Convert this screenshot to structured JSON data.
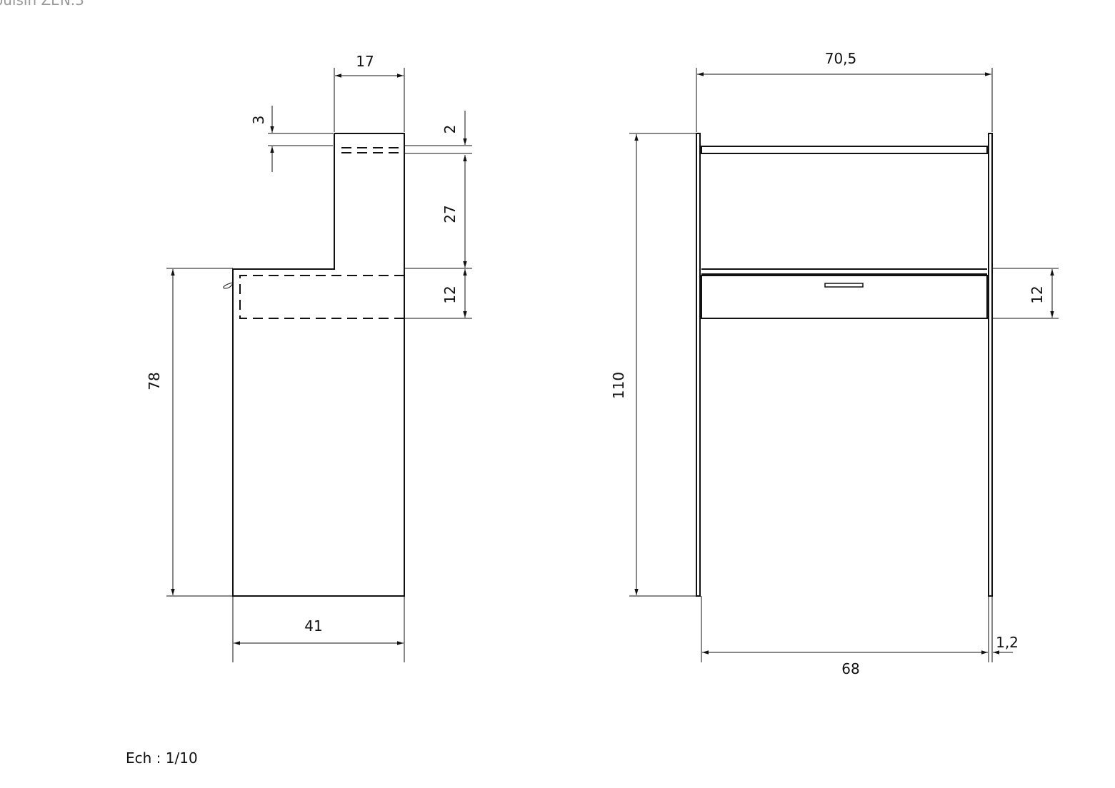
{
  "header_text": "ouisin ZEN.3",
  "scale_label": "Ech : 1/10",
  "side_view": {
    "dims": {
      "top_width": "17",
      "top_gap": "3",
      "shelf_gap": "2",
      "upper_height": "27",
      "drawer_height": "12",
      "body_height": "78",
      "depth": "41"
    }
  },
  "front_view": {
    "dims": {
      "total_width": "70,5",
      "total_height": "110",
      "drawer_height": "12",
      "inner_width": "68",
      "panel_thickness": "1,2"
    }
  },
  "colors": {
    "line": "#111111",
    "background": "#ffffff"
  }
}
